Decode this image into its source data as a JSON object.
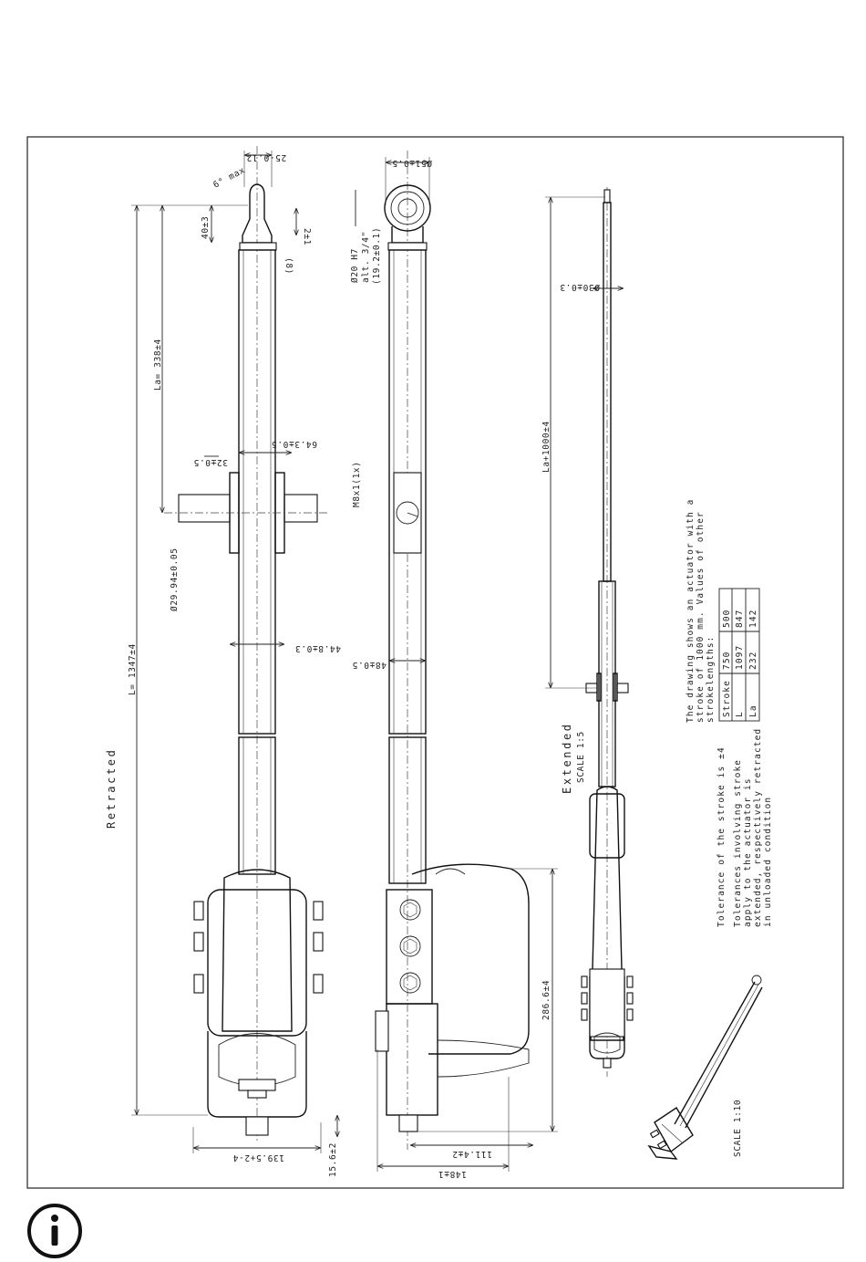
{
  "views": {
    "retracted_label": "Retracted",
    "extended_label": "Extended",
    "extended_scale": "SCALE 1:5",
    "iso_scale": "SCALE 1:10"
  },
  "dimensions": {
    "d1": "25-0.12",
    "d2": "6° max",
    "d3": "40±3",
    "d4": "2±1",
    "d5": "(8)",
    "d6": "La= 338±4",
    "d7": "64.3±0.5",
    "d8": "32±0.5",
    "d9": "Ø29.94±0.05",
    "d10": "L= 1347±4",
    "d11": "44.8±0.3",
    "d12": "48±0.5",
    "d13": "139.5+2-4",
    "d14": "15.6±2",
    "d15": "Ø51±0.5",
    "d16": "Ø20 H7",
    "d17": "alt. 3/4\"",
    "d18": "(19.2±0.1)",
    "d19": "M8x1(1x)",
    "d20": "286.6±4",
    "d21": "111.4±2",
    "d22": "148±1",
    "d23": "Ø30±0.3",
    "d24": "La+1000±4"
  },
  "notes": {
    "tol1": "Tolerance of the stroke is ±4",
    "tol2": "Tolerances involving stroke",
    "tol3": "apply to the actuator is",
    "tol4": "extended, respectively retracted",
    "tol5": "in unloaded condition",
    "draw1": "The drawing shows an actuator with a",
    "draw2": "stroke of 1000 mm. Values of other",
    "draw3": "strokelengths:"
  },
  "stroke_table": {
    "headers": [
      "Stroke",
      "L",
      "La"
    ],
    "columns": [
      [
        "750",
        "1097",
        "232"
      ],
      [
        "500",
        "847",
        "142"
      ]
    ]
  },
  "info_icon": "info-icon"
}
